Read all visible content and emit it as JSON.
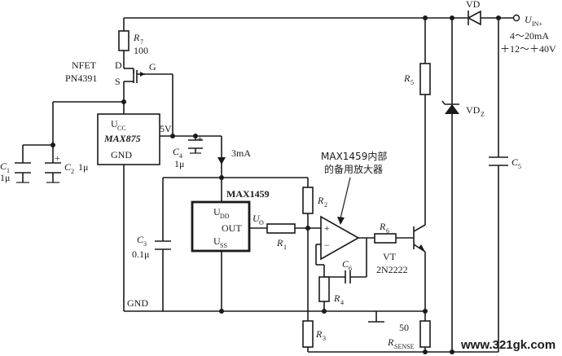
{
  "labels": {
    "vd": "VD",
    "uin": "U",
    "uin_sub": "IN+",
    "current_range": "4～20mA",
    "voltage_range": "＋12～＋40V",
    "r7": "R",
    "r7_sub": "7",
    "r7_val": "100",
    "nfet": "NFET",
    "pn4391": "PN4391",
    "pin_d": "D",
    "pin_s": "S",
    "pin_g": "G",
    "r5": "R",
    "r5_sub": "5",
    "vdz": "VD",
    "vdz_sub": "Z",
    "ucc": "U",
    "ucc_sub": "CC",
    "max875": "MAX875",
    "gnd": "GND",
    "five_v": "5V",
    "c4": "C",
    "c4_sub": "4",
    "c4_val": "1μ",
    "c1": "C",
    "c1_sub": "1",
    "c1_val": "1μ",
    "c2": "C",
    "c2_sub": "2",
    "c2_val": "1μ",
    "three_ma": "3mA",
    "max1459_note_1": "MAX1459内部",
    "max1459_note_2": "的备用放大器",
    "c5": "C",
    "c5_sub": "5",
    "max1459": "MAX1459",
    "udd": "U",
    "udd_sub": "DD",
    "out": "OUT",
    "uss": "U",
    "uss_sub": "SS",
    "uo": "U",
    "uo_sub": "O",
    "r1": "R",
    "r1_sub": "1",
    "r2": "R",
    "r2_sub": "2",
    "r6": "R",
    "r6_sub": "6",
    "vt": "VT",
    "q2n2222": "2N2222",
    "c6": "C",
    "c6_sub": "6",
    "r4": "R",
    "r4_sub": "4",
    "c3": "C",
    "c3_sub": "3",
    "c3_val": "0.1μ",
    "gnd_label": "GND",
    "r3": "R",
    "r3_sub": "3",
    "fifty": "50",
    "rsense": "R",
    "rsense_sub": "SENSE",
    "plus": "+",
    "minus": "−",
    "watermark": "www.321gk.com"
  }
}
